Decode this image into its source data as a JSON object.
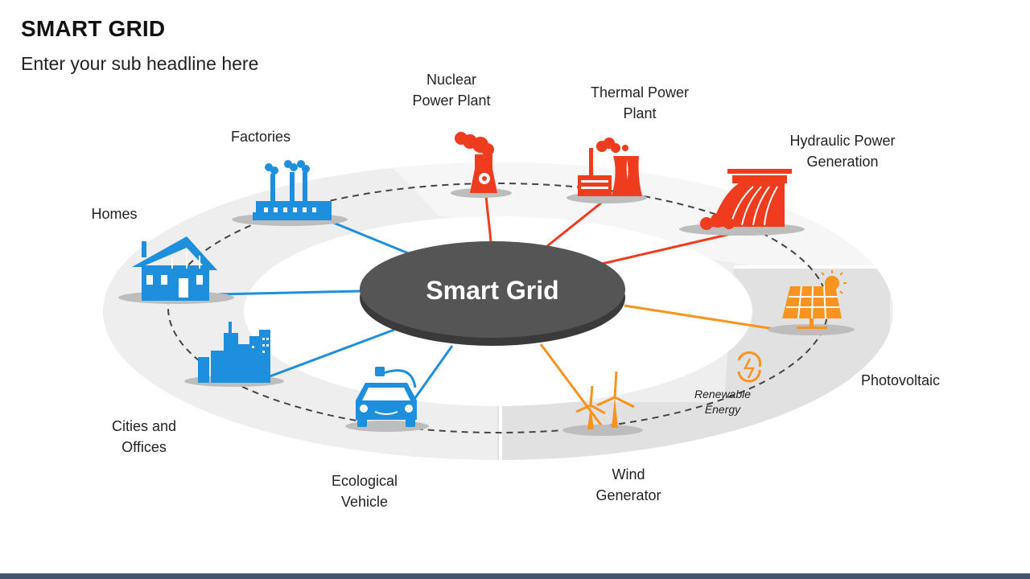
{
  "header": {
    "title": "SMART GRID",
    "subtitle": "Enter your sub headline here"
  },
  "center": {
    "label": "Smart Grid",
    "color": "#555555"
  },
  "sections": {
    "renewable": {
      "line1": "Renewable",
      "line2": "Energy"
    }
  },
  "colors": {
    "consumption": "#1e8fdc",
    "conventional": "#ef3b1e",
    "renewable": "#f7931e",
    "ring": "#eeeeee",
    "ring_shade": "#e3e3e3",
    "bottom_bar": "#44546a"
  },
  "nodes": [
    {
      "id": "nuclear",
      "icon": "nuclear-plant-icon",
      "group": "conventional",
      "lines": [
        "Nuclear",
        "Power Plant"
      ]
    },
    {
      "id": "thermal",
      "icon": "thermal-plant-icon",
      "group": "conventional",
      "lines": [
        "Thermal Power",
        "Plant"
      ]
    },
    {
      "id": "hydraulic",
      "icon": "dam-icon",
      "group": "conventional",
      "lines": [
        "Hydraulic Power",
        "Generation"
      ]
    },
    {
      "id": "photovoltaic",
      "icon": "solar-panel-icon",
      "group": "renewable",
      "lines": [
        "Photovoltaic"
      ]
    },
    {
      "id": "wind",
      "icon": "wind-turbine-icon",
      "group": "renewable",
      "lines": [
        "Wind",
        "Generator"
      ]
    },
    {
      "id": "vehicle",
      "icon": "electric-car-icon",
      "group": "consumption",
      "lines": [
        "Ecological",
        "Vehicle"
      ]
    },
    {
      "id": "cities",
      "icon": "city-skyline-icon",
      "group": "consumption",
      "lines": [
        "Cities and",
        "Offices"
      ]
    },
    {
      "id": "homes",
      "icon": "house-icon",
      "group": "consumption",
      "lines": [
        "Homes"
      ]
    },
    {
      "id": "factories",
      "icon": "factory-icon",
      "group": "consumption",
      "lines": [
        "Factories"
      ]
    }
  ]
}
